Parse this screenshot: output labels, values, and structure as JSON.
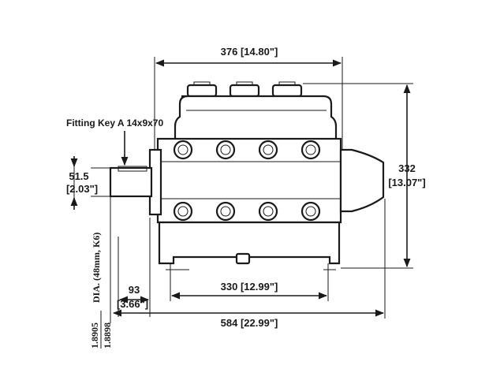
{
  "drawing": {
    "overall_width": "376 [14.80\"]",
    "overall_height_mm": "332",
    "overall_height_in": "[13.07\"]",
    "shaft_height_mm": "51.5",
    "shaft_height_in": "[2.03\"]",
    "fitting_key": "Fitting Key A 14x9x70",
    "shaft_diameter_note": "DIA. (48mm, K6)",
    "shaft_dia_max": "1.8905",
    "shaft_dia_min": "1.8898",
    "shaft_offset_mm": "93",
    "shaft_offset_in": "[3.66\"]",
    "mount_spacing": "330 [12.99\"]",
    "overall_length": "584 [22.99\"]"
  }
}
